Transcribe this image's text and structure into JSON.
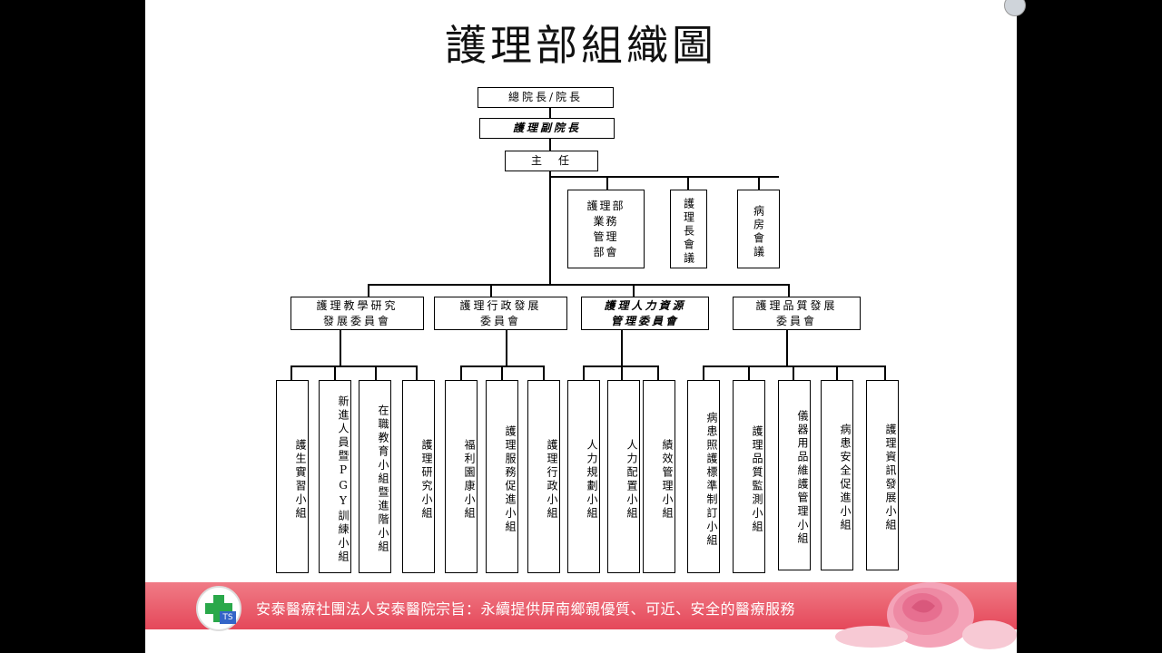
{
  "slide": {
    "title": "護理部組織圖",
    "footer_text": "安泰醫療社團法人安泰醫院宗旨：永續提供屏南鄉親優質、可近、安全的醫療服務",
    "logo_text": "TS"
  },
  "org": {
    "top": "總院長/院長",
    "vice": "護理副院長",
    "director": "主　任",
    "side_units": [
      "護理部\n業務\n管理\n部會",
      "護理長會議",
      "病房會議"
    ],
    "committees": [
      "護理教學研究\n發展委員會",
      "護理行政發展\n委員會",
      "護理人力資源\n管理委員會",
      "護理品質發展\n委員會"
    ],
    "groups": [
      "護生實習小組",
      "新進人員暨PGY訓練小組",
      "在職教育小組暨進階小組",
      "護理研究小組",
      "福利園康小組",
      "護理服務促進小組",
      "護理行政小組",
      "人力規劃小組",
      "人力配置小組",
      "績效管理小組",
      "病患照護標準制訂小組",
      "護理品質監測小組",
      "儀器用品維護管理小組",
      "病患安全促進小組",
      "護理資訊發展小組"
    ]
  }
}
